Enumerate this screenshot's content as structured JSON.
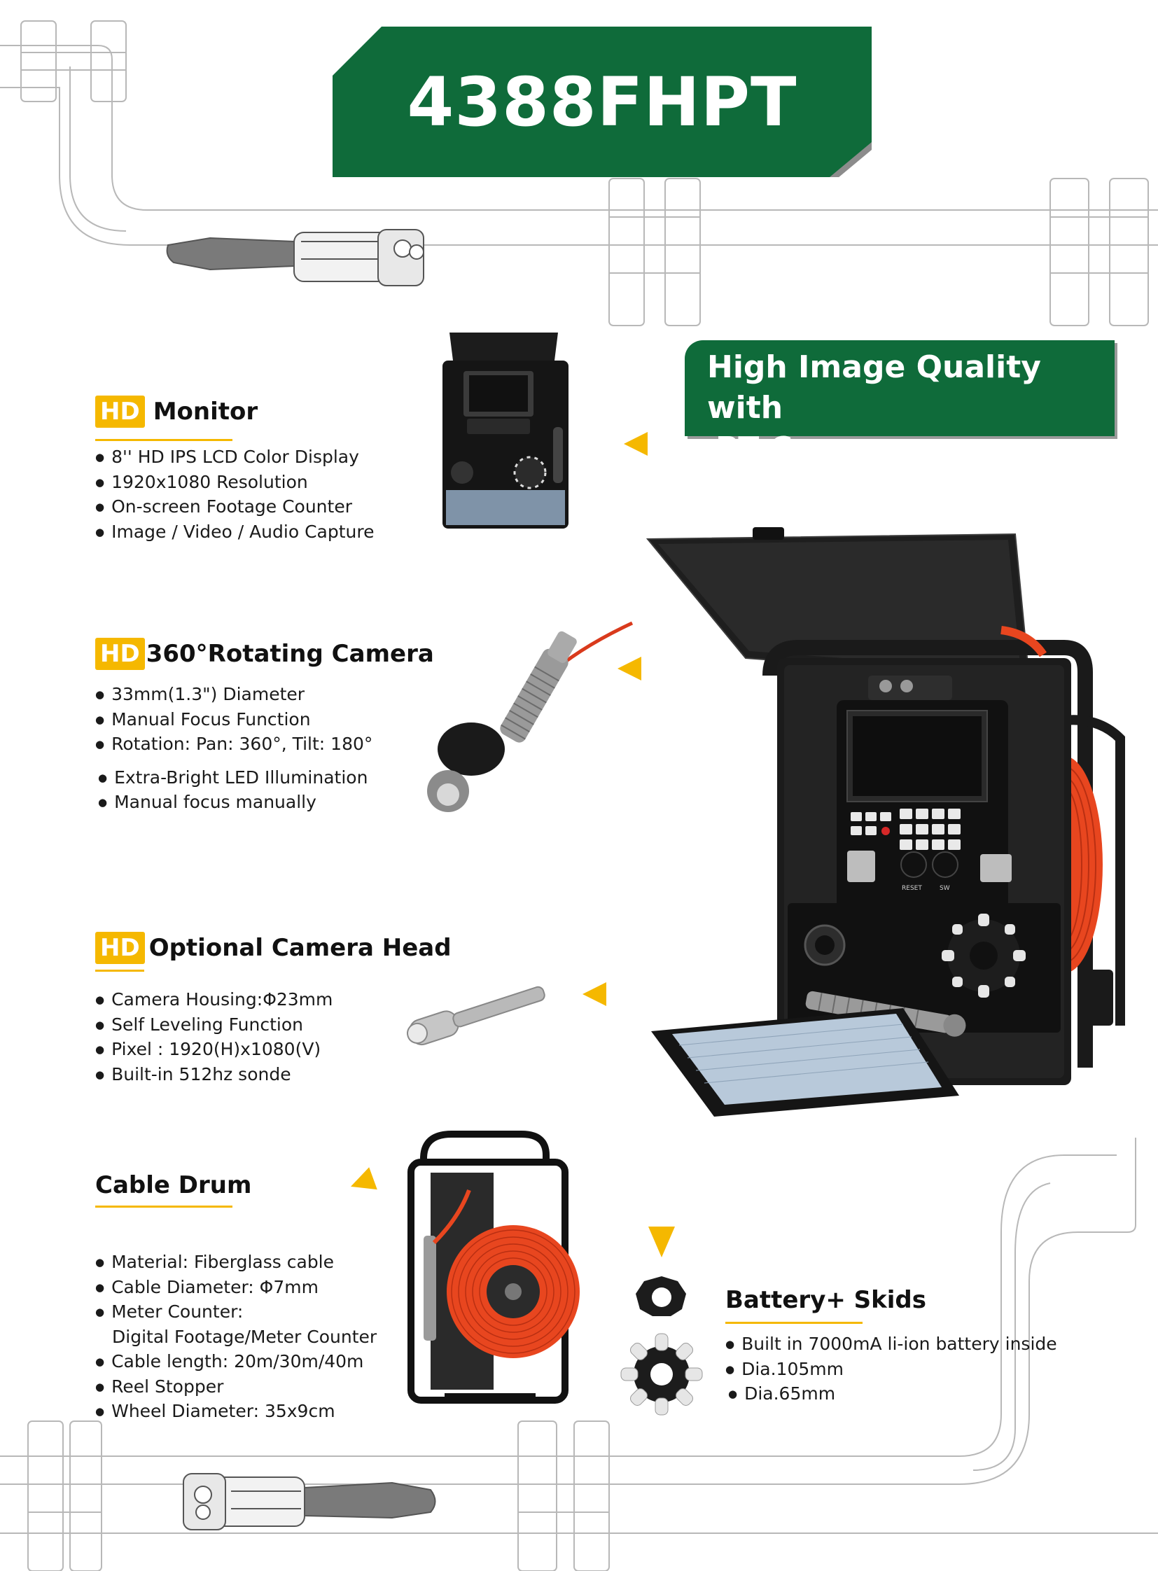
{
  "title": "4388FHPT",
  "quality_banner": {
    "line1": "High Image Quality with",
    "line2": "PT Camera"
  },
  "sections": {
    "monitor": {
      "badge": "HD",
      "heading": "Monitor",
      "bullets": [
        "8'' HD IPS LCD Color Display",
        "1920x1080 Resolution",
        "On-screen Footage Counter",
        "Image / Video / Audio Capture"
      ]
    },
    "rotating_camera": {
      "badge": "HD",
      "heading": "360°Rotating Camera",
      "bullets": [
        "33mm(1.3\") Diameter",
        "Manual Focus Function",
        "Rotation: Pan: 360°, Tilt: 180°",
        "Extra-Bright LED Illumination",
        "Manual focus manually"
      ]
    },
    "optional_head": {
      "badge": "HD",
      "heading": "Optional Camera Head",
      "bullets": [
        "Camera Housing:Φ23mm",
        "Self Leveling Function",
        "Pixel : 1920(H)x1080(V)",
        "Built-in 512hz sonde"
      ]
    },
    "cable_drum": {
      "heading": "Cable Drum",
      "bullets": [
        "Material: Fiberglass cable",
        "Cable Diameter: Φ7mm",
        "Meter Counter:",
        "Digital Footage/Meter Counter",
        "Cable length: 20m/30m/40m",
        "Reel Stopper",
        "Wheel Diameter: 35x9cm"
      ]
    },
    "battery": {
      "heading": "Battery+ Skids",
      "bullets": [
        "Built in 7000mA li-ion battery inside",
        "Dia.105mm",
        "Dia.65mm"
      ]
    }
  },
  "device_labels": {
    "reset": "RESET",
    "sw": "SW"
  },
  "colors": {
    "brand_green": "#0f6b3a",
    "accent_yellow": "#f5b800",
    "cable_orange": "#e8461f"
  },
  "icons": [
    "pipe-line-art",
    "crawler-camera-drawing",
    "pointer-arrow-icon"
  ]
}
